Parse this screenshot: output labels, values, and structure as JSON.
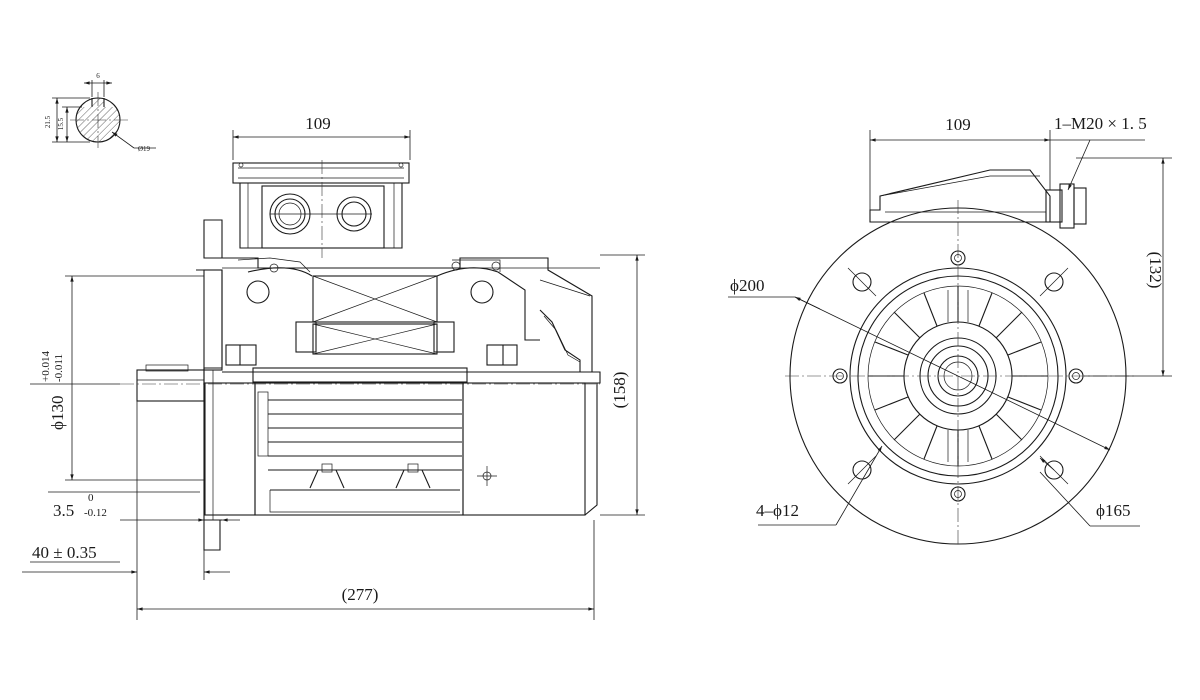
{
  "drawing": {
    "side_view": {
      "top_width": "109",
      "height": "(158)",
      "spigot_dia": "ϕ130",
      "spigot_tol_upper": "+0.014",
      "spigot_tol_lower": "-0.011",
      "flange_thk": "3.5",
      "flange_thk_tol_upper": "0",
      "flange_thk_tol_lower": "-0.12",
      "shaft_len": "40 ± 0.35",
      "overall_len": "(277)"
    },
    "shaft_section": {
      "key_width": "6",
      "height_a": "21.5",
      "height_b": "15.5",
      "dia": "Ø19"
    },
    "end_view": {
      "top_width": "109",
      "cable_gland": "1–M20 × 1. 5",
      "height": "(132)",
      "flange_dia": "ϕ200",
      "pcd": "ϕ165",
      "holes": "4–ϕ12"
    }
  }
}
